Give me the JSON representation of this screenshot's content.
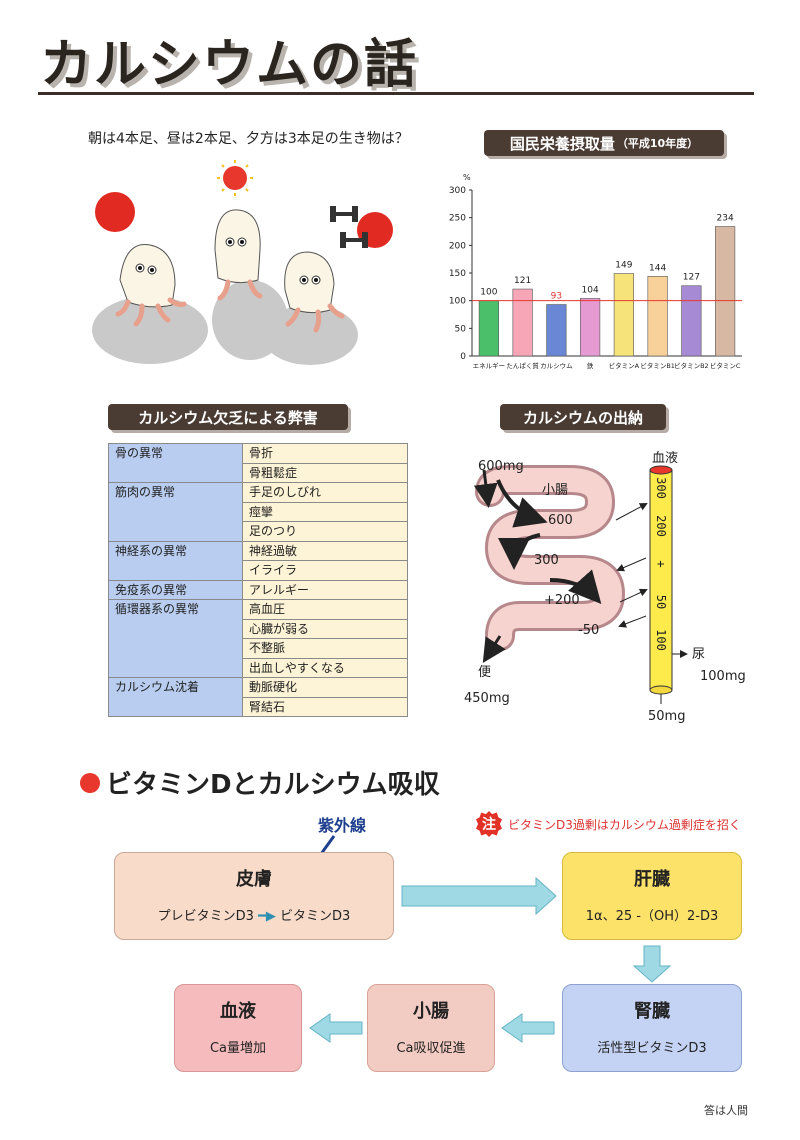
{
  "header": {
    "title": "カルシウムの話"
  },
  "riddle": "朝は4本足、昼は2本足、夕方は3本足の生き物は？",
  "chart_title": {
    "main": "国民栄養摂取量",
    "sub": "（平成10年度）"
  },
  "chart_data": {
    "type": "bar",
    "ylabel": "%",
    "ylim": [
      0,
      300
    ],
    "yticks": [
      0,
      50,
      100,
      150,
      200,
      250,
      300
    ],
    "reference_line": 100,
    "categories": [
      "エネルギー",
      "たんぱく質",
      "カルシウム",
      "鉄",
      "ビタミンA",
      "ビタミンB1",
      "ビタミンB2",
      "ビタミンC"
    ],
    "values": [
      100,
      121,
      93,
      104,
      149,
      144,
      127,
      234
    ],
    "colors": [
      "#4cbf6b",
      "#f7a6b8",
      "#6a87d6",
      "#e59ad2",
      "#f6e37a",
      "#f7d09a",
      "#a78ad4",
      "#d6b8a3"
    ],
    "label_colors": [
      "#222",
      "#222",
      "#d33",
      "#222",
      "#222",
      "#222",
      "#222",
      "#222"
    ]
  },
  "deficiency": {
    "title": "カルシウム欠乏による弊害",
    "groups": [
      {
        "category": "骨の異常",
        "items": [
          "骨折",
          "骨粗鬆症"
        ]
      },
      {
        "category": "筋肉の異常",
        "items": [
          "手足のしびれ",
          "痙攣",
          "足のつり"
        ]
      },
      {
        "category": "神経系の異常",
        "items": [
          "神経過敏",
          "イライラ"
        ]
      },
      {
        "category": "免疫系の異常",
        "items": [
          "アレルギー"
        ]
      },
      {
        "category": "循環器系の異常",
        "items": [
          "高血圧",
          "心臓が弱る",
          "不整脈",
          "出血しやすくなる"
        ]
      },
      {
        "category": "カルシウム沈着",
        "items": [
          "動脈硬化",
          "腎結石"
        ]
      }
    ]
  },
  "balance": {
    "title": "カルシウムの出納",
    "intake": "600mg",
    "intestine_label": "小腸",
    "blood_label": "血液",
    "flows": [
      "600",
      "300",
      "+200",
      "-50"
    ],
    "column_ticks": [
      "300",
      "200",
      "+",
      "50",
      "100"
    ],
    "feces_label": "便",
    "feces_amount": "450mg",
    "urine_label": "尿",
    "urine_amount": "100mg",
    "bottom_amount": "50mg"
  },
  "vitd": {
    "title": "ビタミンDとカルシウム吸収",
    "uv": "紫外線",
    "warning_icon": "注",
    "warning": "ビタミンD3過剰はカルシウム過剰症を招く",
    "skin": {
      "title": "皮膚",
      "sub_a": "プレビタミンD3",
      "sub_b": "ビタミンD3"
    },
    "liver": {
      "title": "肝臓",
      "sub": "1α、25 -（OH）2-D3"
    },
    "kidney": {
      "title": "腎臓",
      "sub": "活性型ビタミンD3"
    },
    "intestine": {
      "title": "小腸",
      "sub": "Ca吸収促進"
    },
    "blood": {
      "title": "血液",
      "sub": "Ca量増加"
    }
  },
  "answer": "答は人間"
}
